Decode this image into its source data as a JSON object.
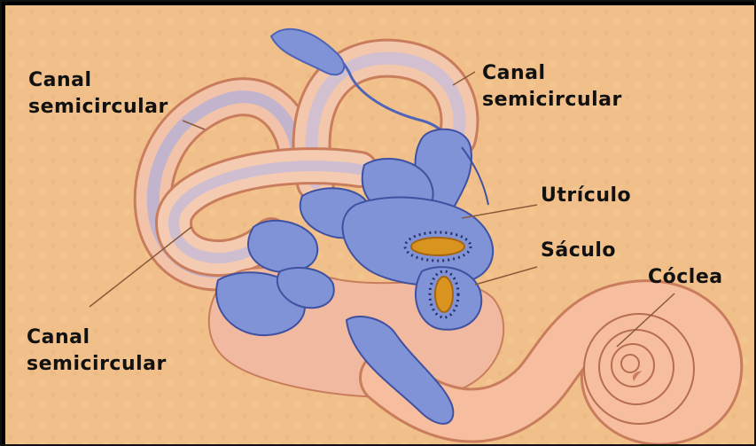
{
  "labels": {
    "top_left": {
      "line1": "Canal",
      "line2": "semicircular"
    },
    "top_right": {
      "line1": "Canal",
      "line2": "semicircular"
    },
    "bottom_left": {
      "line1": "Canal",
      "line2": "semicircular"
    },
    "utricle": "Utrículo",
    "saccule": "Sáculo",
    "cochlea": "Cóclea"
  },
  "colors": {
    "background": "#f1c08a",
    "canal_bone": "#f3bf9b",
    "membranous": "#7f93d6",
    "macula": "#d9931f",
    "cochlea": "#f4b79b",
    "leader": "#8a5a3a"
  }
}
